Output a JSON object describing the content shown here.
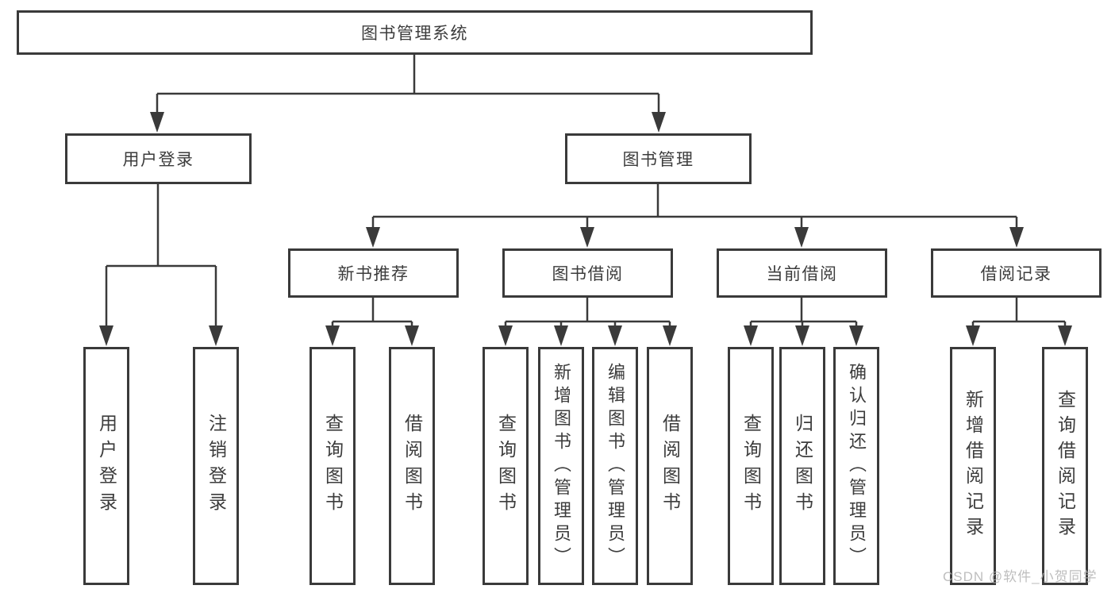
{
  "diagram": {
    "root": {
      "label": "图书管理系统"
    },
    "level2": [
      {
        "label": "用户登录"
      },
      {
        "label": "图书管理"
      }
    ],
    "level3": [
      {
        "label": "新书推荐"
      },
      {
        "label": "图书借阅"
      },
      {
        "label": "当前借阅"
      },
      {
        "label": "借阅记录"
      }
    ],
    "leaves": {
      "user_login": [
        {
          "label": "用户登录"
        },
        {
          "label": "注销登录"
        }
      ],
      "new_book": [
        {
          "label": "查询图书"
        },
        {
          "label": "借阅图书"
        }
      ],
      "book_borrow": [
        {
          "label": "查询图书"
        },
        {
          "label": "新增图书（管理员）"
        },
        {
          "label": "编辑图书（管理员）"
        },
        {
          "label": "借阅图书"
        }
      ],
      "current_borrow": [
        {
          "label": "查询图书"
        },
        {
          "label": "归还图书"
        },
        {
          "label": "确认归还（管理员）"
        }
      ],
      "borrow_record": [
        {
          "label": "新增借阅记录"
        },
        {
          "label": "查询借阅记录"
        }
      ]
    }
  },
  "watermark": {
    "text": "CSDN @软件_小贺同学"
  },
  "colors": {
    "line": "#3a3a3a",
    "text": "#3c3c3c",
    "watermark": "#b3b3b3",
    "background": "#ffffff"
  }
}
